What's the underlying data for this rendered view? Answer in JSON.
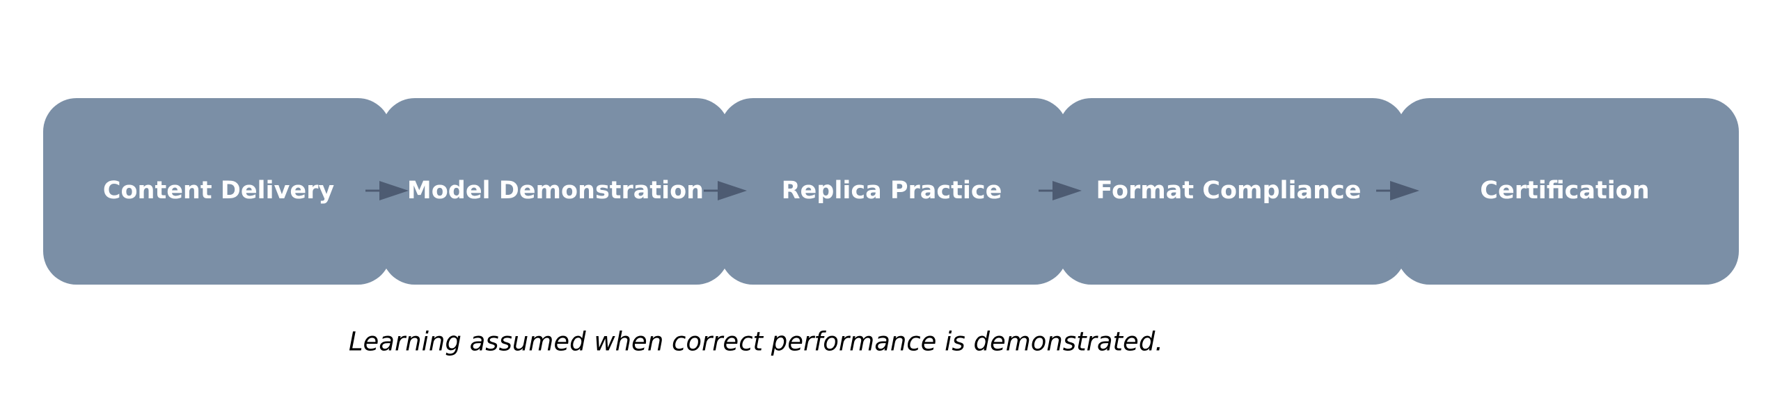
{
  "colors": {
    "stage_fill": "#7b8fa6",
    "stage_text": "#ffffff",
    "arrow": "#4d5b72",
    "caption_text": "#000000",
    "background": "#ffffff"
  },
  "stages": [
    {
      "label": "Content Delivery"
    },
    {
      "label": "Model Demonstration"
    },
    {
      "label": "Replica Practice"
    },
    {
      "label": "Format Compliance"
    },
    {
      "label": "Certification"
    }
  ],
  "caption": "Learning assumed when correct performance is demonstrated."
}
